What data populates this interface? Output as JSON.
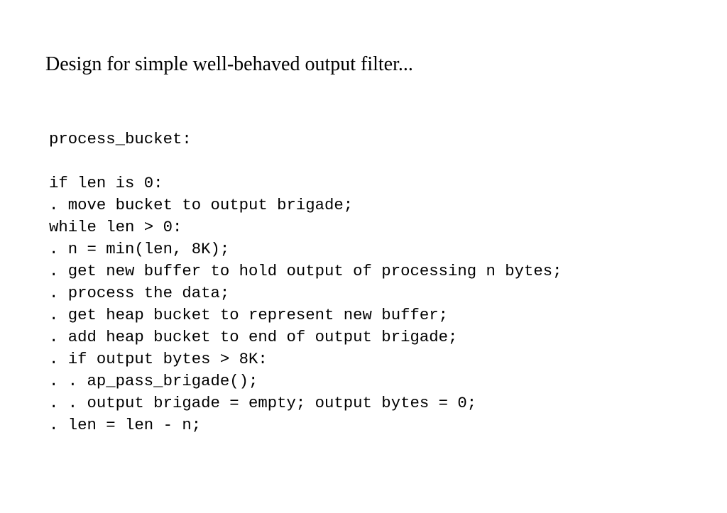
{
  "title": "Design for simple well-behaved output filter...",
  "code_lines": [
    "process_bucket:",
    "",
    "if len is 0:",
    ". move bucket to output brigade;",
    "while len > 0:",
    ". n = min(len, 8K);",
    ". get new buffer to hold output of processing n bytes;",
    ". process the data;",
    ". get heap bucket to represent new buffer;",
    ". add heap bucket to end of output brigade;",
    ". if output bytes > 8K:",
    ". . ap_pass_brigade();",
    ". . output brigade = empty; output bytes = 0;",
    ". len = len - n;"
  ]
}
